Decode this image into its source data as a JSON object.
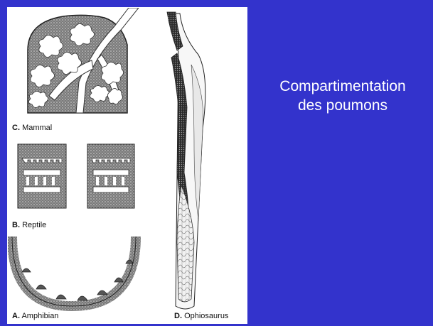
{
  "slide": {
    "background": "#3333cc",
    "title_line1": "Compartimentation",
    "title_line2": "des poumons",
    "title_color": "#ffffff"
  },
  "figure": {
    "captions": {
      "mammal_letter": "C.",
      "mammal_name": "Mammal",
      "reptile_letter": "B.",
      "reptile_name": "Reptile",
      "amphibian_letter": "A.",
      "amphibian_name": "Amphibian",
      "ophiosaurus_letter": "D.",
      "ophiosaurus_name": "Ophiosaurus"
    }
  }
}
